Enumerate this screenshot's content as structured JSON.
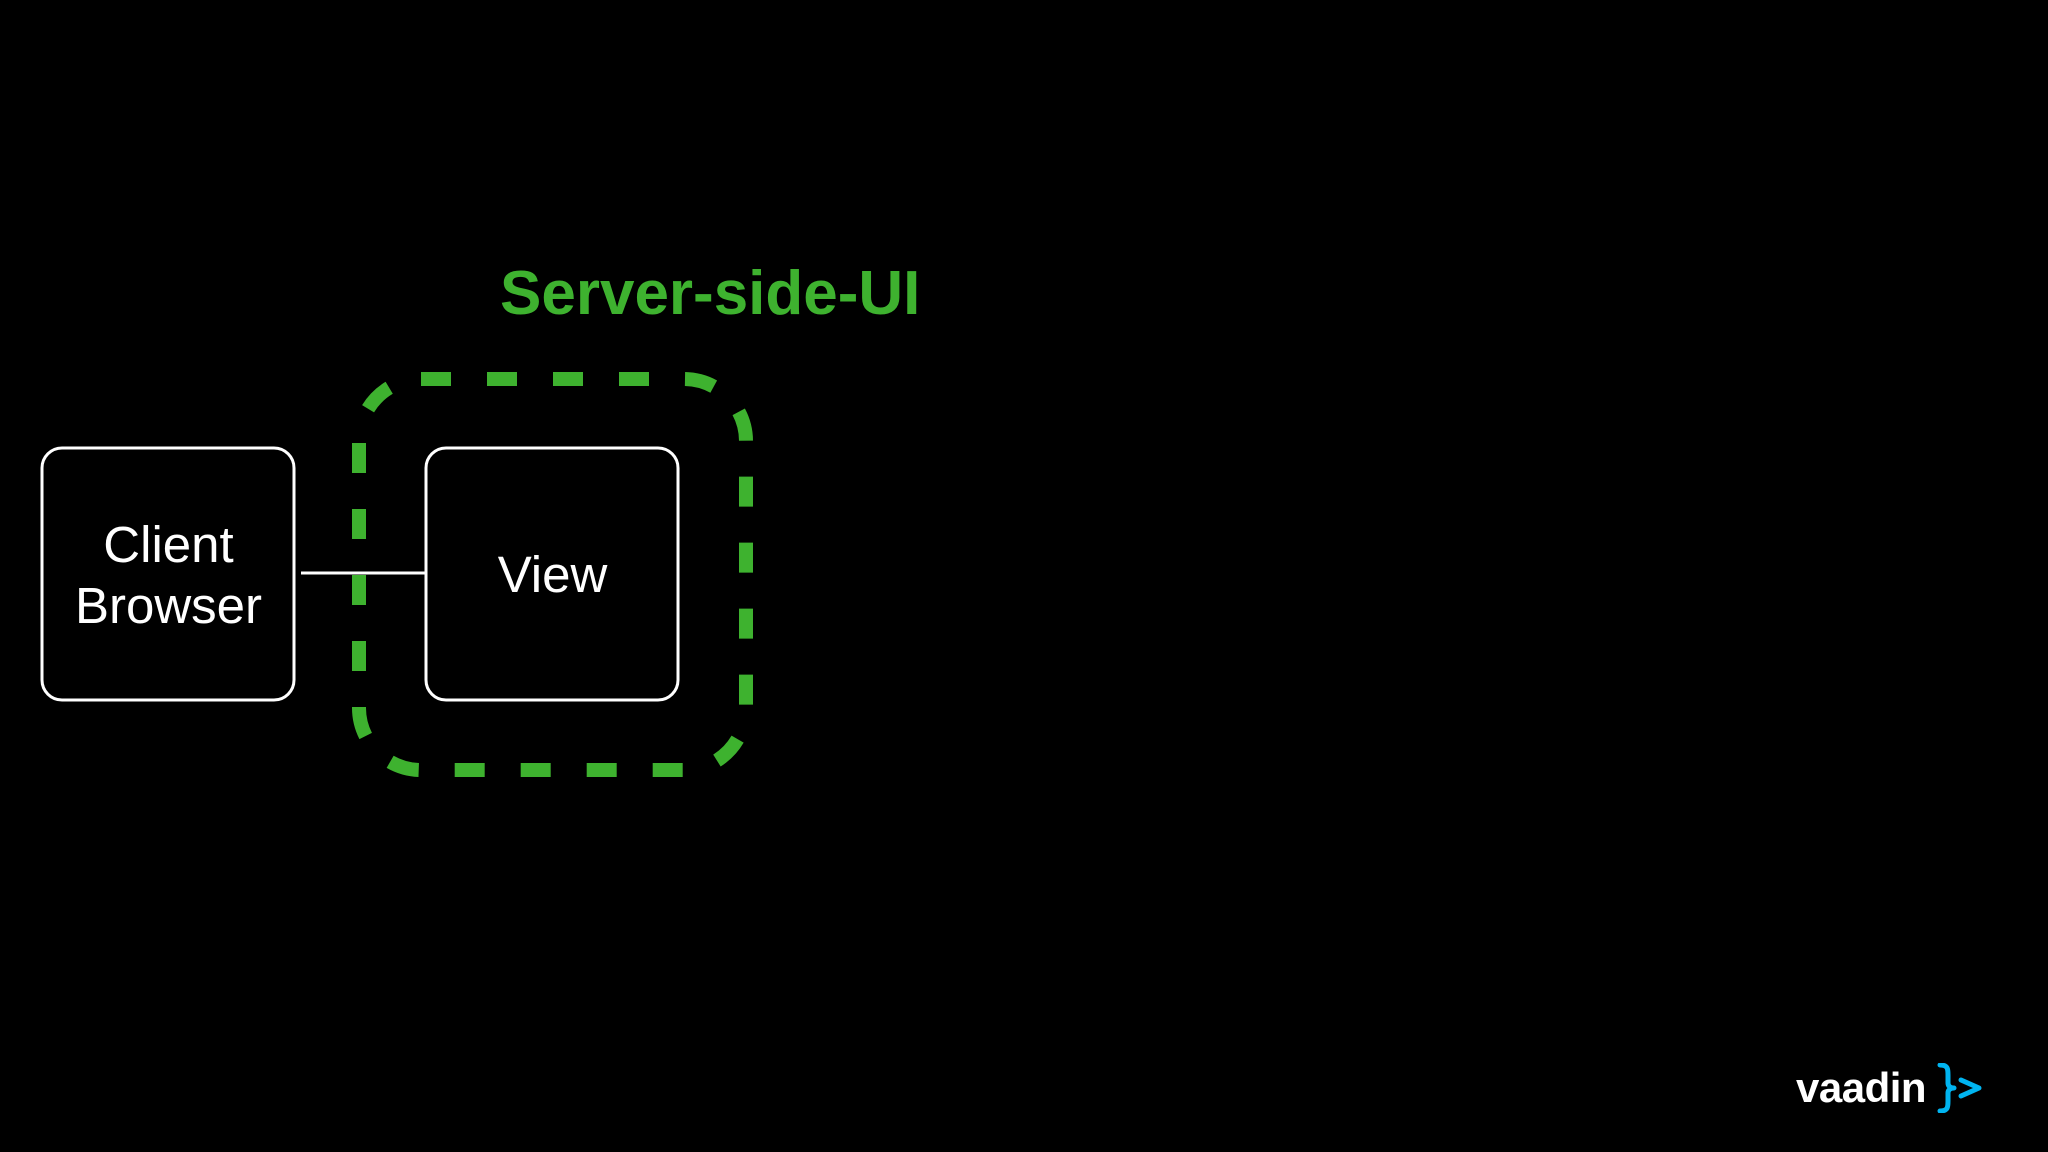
{
  "slide": {
    "title": "Server-side-UI",
    "client_box": {
      "lines": [
        "Client",
        "Browser"
      ]
    },
    "view_box": {
      "label": "View"
    },
    "logo": {
      "word": "vaadin",
      "mark": "}>"
    }
  },
  "colors": {
    "background": "#000000",
    "accent_green": "#3eb22f",
    "box_stroke": "#ffffff",
    "text": "#ffffff",
    "logo_mark": "#00b4f0"
  }
}
